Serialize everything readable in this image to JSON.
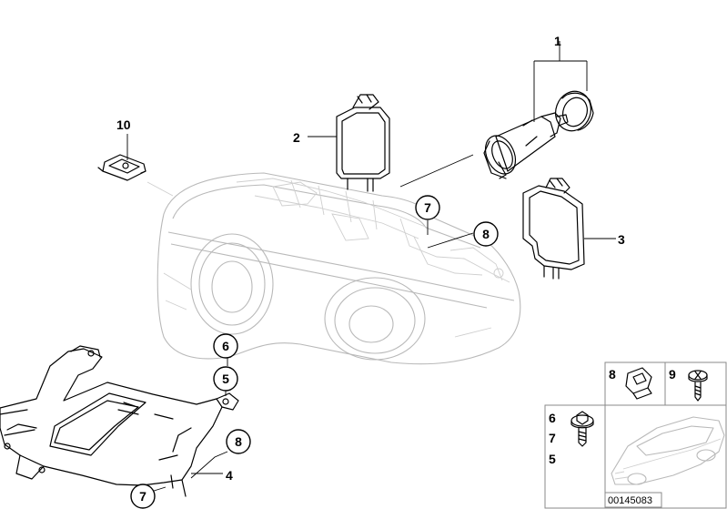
{
  "callouts": {
    "c1": "1",
    "c2": "2",
    "c3": "3",
    "c4": "4",
    "c5": "5",
    "c6": "6",
    "c7a": "7",
    "c7b": "7",
    "c8a": "8",
    "c8b": "8",
    "c10": "10"
  },
  "legend": {
    "l8": "8",
    "l9": "9",
    "l6": "6",
    "l7": "7",
    "l5": "5"
  },
  "doc_id": "00145083",
  "colors": {
    "lines": "#000000",
    "ghost": "#b9b9b9",
    "legend_border": "#8a8a8a"
  }
}
